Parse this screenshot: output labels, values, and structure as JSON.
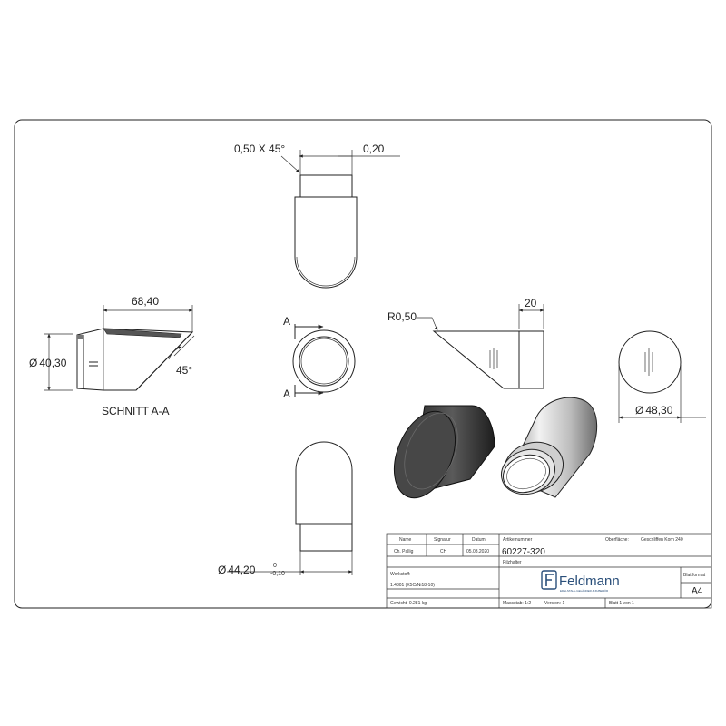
{
  "dimensions": {
    "chamfer": "0,50 X 45°",
    "lip_width": "0,20",
    "section_length": "68,40",
    "section_diameter": "40,30",
    "section_angle": "45°",
    "radius": "R0,50",
    "collar_length": "20",
    "outer_diameter": "48,30",
    "collar_diameter": "44,20",
    "tol_upper": "0",
    "tol_lower": "-0,10",
    "diameter_symbol": "Ø"
  },
  "section": {
    "title": "SCHNITT A-A",
    "marker_top": "A",
    "marker_bottom": "A"
  },
  "title_block": {
    "col_name": "Name",
    "col_signature": "Signatur",
    "col_date": "Datum",
    "row_name": "Ch. Pallig",
    "row_signature": "CH",
    "row_date": "05.03.2020",
    "article_label": "Artikelnummer",
    "article_number": "60227-320",
    "surface_label": "Oberfläche:",
    "surface_value": "Geschliffen Korn 240",
    "material_label": "Werkstoff:",
    "material_value": "1.4301 (X5CrNi18-10)",
    "product_label": "Pilzhalter",
    "weight": "Gewicht: 0.281 kg",
    "company": "Feldmann",
    "company_tagline": "EDELSTAHL-GELÄNDER & ZUBEHÖR",
    "format_label": "Blattformat",
    "format_value": "A4",
    "scale": "Massstab: 1:2",
    "version": "Version: 1",
    "sheet": "Blatt 1 von 1"
  },
  "colors": {
    "line": "#222222",
    "shade_dark": "#4a4a4a",
    "logo_blue": "#2a4f7a"
  }
}
